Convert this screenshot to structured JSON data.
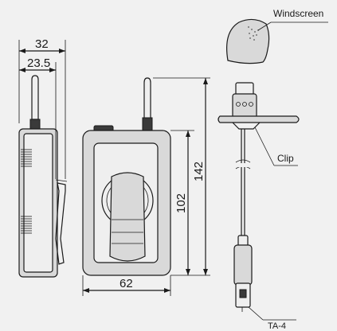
{
  "dimensions": {
    "total_depth": "32",
    "body_depth": "23.5",
    "width": "62",
    "body_height": "102",
    "total_height": "142"
  },
  "labels": {
    "windscreen": "Windscreen",
    "clip": "Clip",
    "connector": "TA-4"
  }
}
